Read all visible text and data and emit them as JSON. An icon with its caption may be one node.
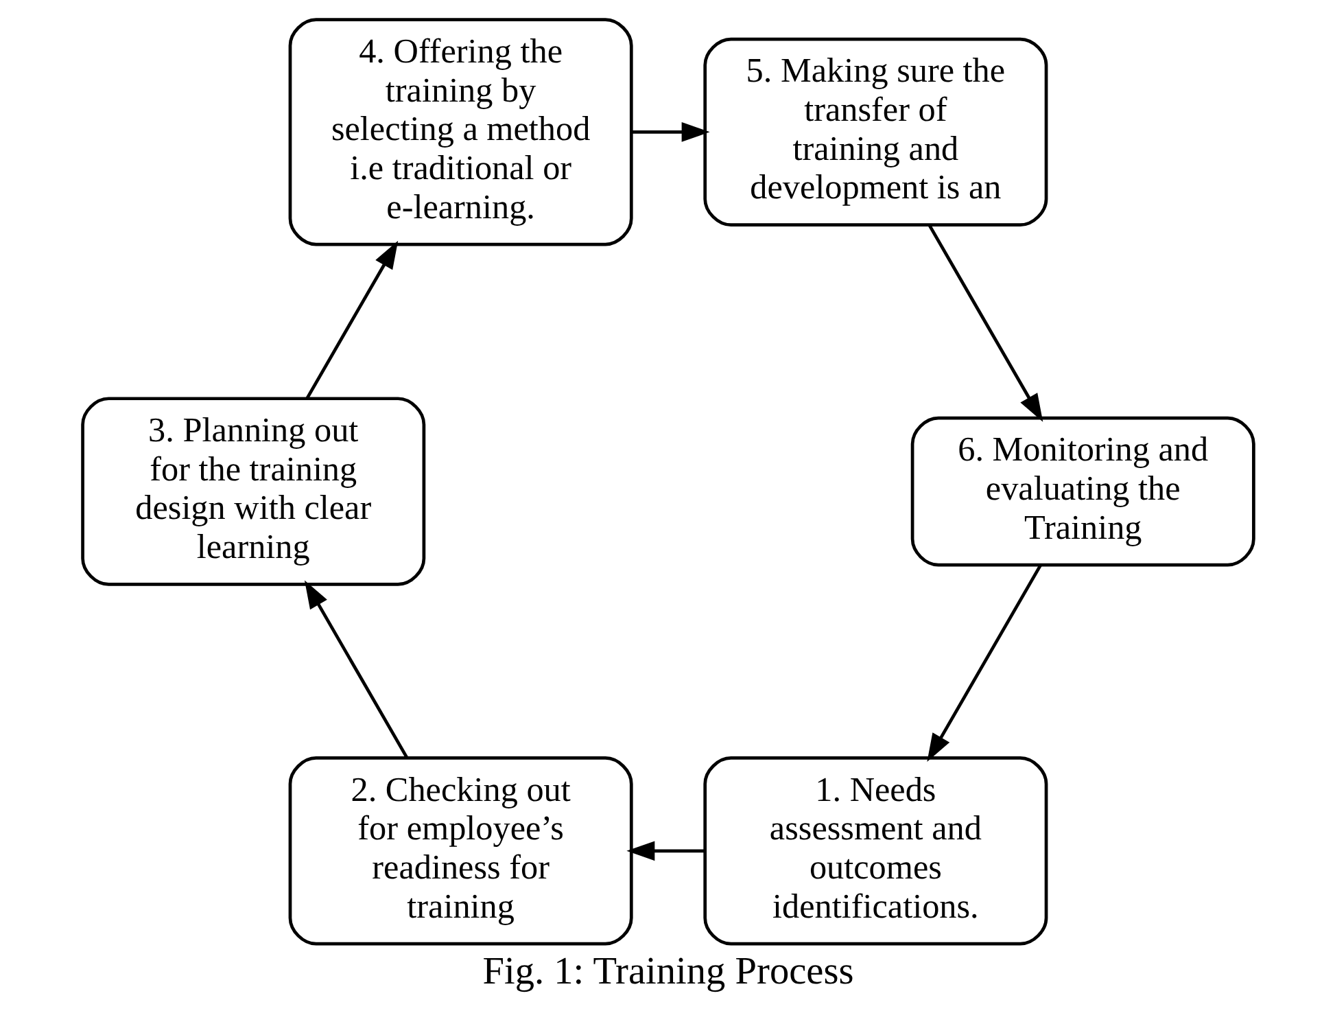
{
  "diagram": {
    "caption": "Fig. 1: Training Process",
    "nodes": [
      {
        "text": [
          "1. Needs assessment and outcomes identifications."
        ]
      },
      {
        "text": [
          "2. Checking out for employee’s readiness for training"
        ]
      },
      {
        "text": [
          "3. Planning out for the training design with clear learning"
        ]
      },
      {
        "text": [
          "4. Offering the training by selecting a method i.e traditional or e-learning."
        ]
      },
      {
        "text": [
          "5. Making sure the transfer of training and development is an"
        ]
      },
      {
        "text": [
          "6. Monitoring and evaluating the Training"
        ]
      }
    ],
    "edges": [
      {
        "from": 0,
        "to": 1,
        "arrow": "to"
      },
      {
        "from": 1,
        "to": 2,
        "arrow": "to"
      },
      {
        "from": 2,
        "to": 3,
        "arrow": "to"
      },
      {
        "from": 3,
        "to": 4,
        "arrow": "to"
      },
      {
        "from": 4,
        "to": 5,
        "arrow": "to"
      },
      {
        "from": 5,
        "to": 0,
        "arrow": "to"
      }
    ]
  }
}
